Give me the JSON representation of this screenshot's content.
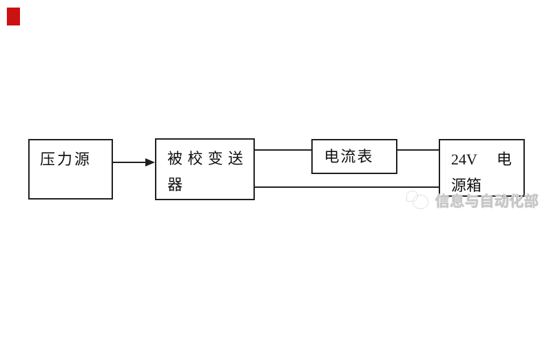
{
  "marker": {
    "color": "#cc1111"
  },
  "diagram": {
    "stroke_color": "#1f1f1f",
    "pressure_source": {
      "label": "压力源"
    },
    "transmitter": {
      "line1": [
        "被",
        "校",
        "变",
        "送"
      ],
      "line2": "器"
    },
    "ammeter": {
      "label": "电流表"
    },
    "power_supply": {
      "line1_left": "24V",
      "line1_right": "电",
      "line2": "源箱"
    },
    "connections": [
      "压力源 → 被校变送器 (arrow)",
      "被校变送器 → 电流表 → 24V 电源箱 (top wire)",
      "被校变送器 → 24V 电源箱 (bottom wire)"
    ]
  },
  "watermark": {
    "text": "信息与自动化部",
    "color": "#c4c4c4",
    "icon": "dotted-swirl-icon"
  }
}
